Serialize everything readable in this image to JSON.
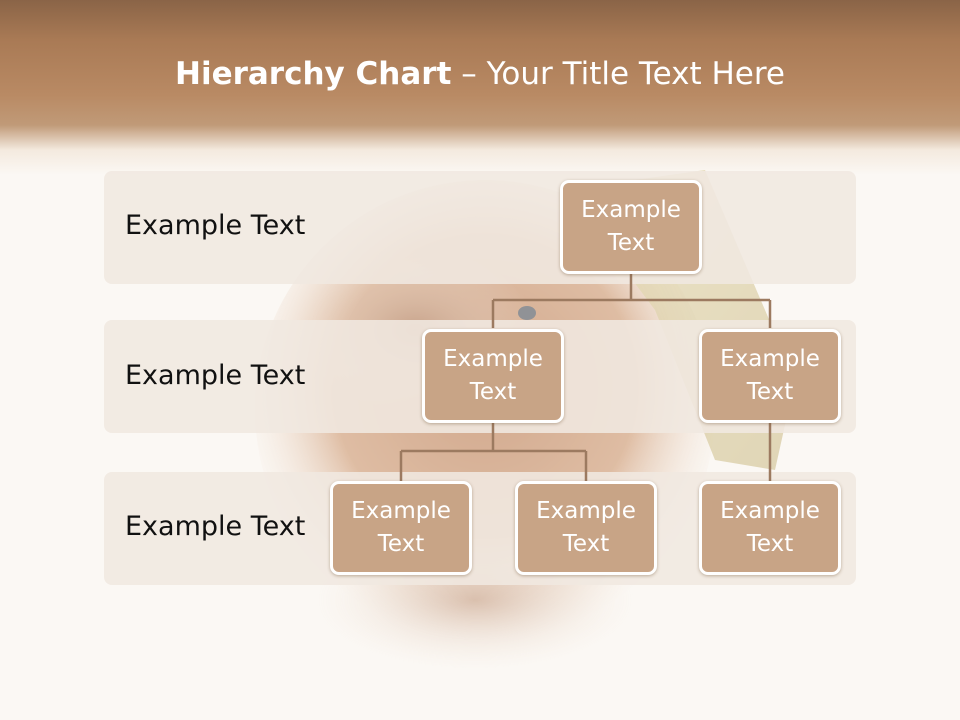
{
  "slide": {
    "title_bold": "Hierarchy Chart",
    "title_rest": " – Your Title Text Here"
  },
  "levels": [
    {
      "label": "Example Text"
    },
    {
      "label": "Example Text"
    },
    {
      "label": "Example Text"
    }
  ],
  "nodes": {
    "root": "Example Text",
    "level2_left": "Example Text",
    "level2_right": "Example Text",
    "level3_left": "Example Text",
    "level3_middle": "Example Text",
    "level3_right": "Example Text"
  },
  "colors": {
    "node_fill": "#c8a486",
    "node_border": "#ffffff",
    "connector": "#9c7a60",
    "band_fill": "#f0e8e0",
    "header": "#a97a55"
  }
}
